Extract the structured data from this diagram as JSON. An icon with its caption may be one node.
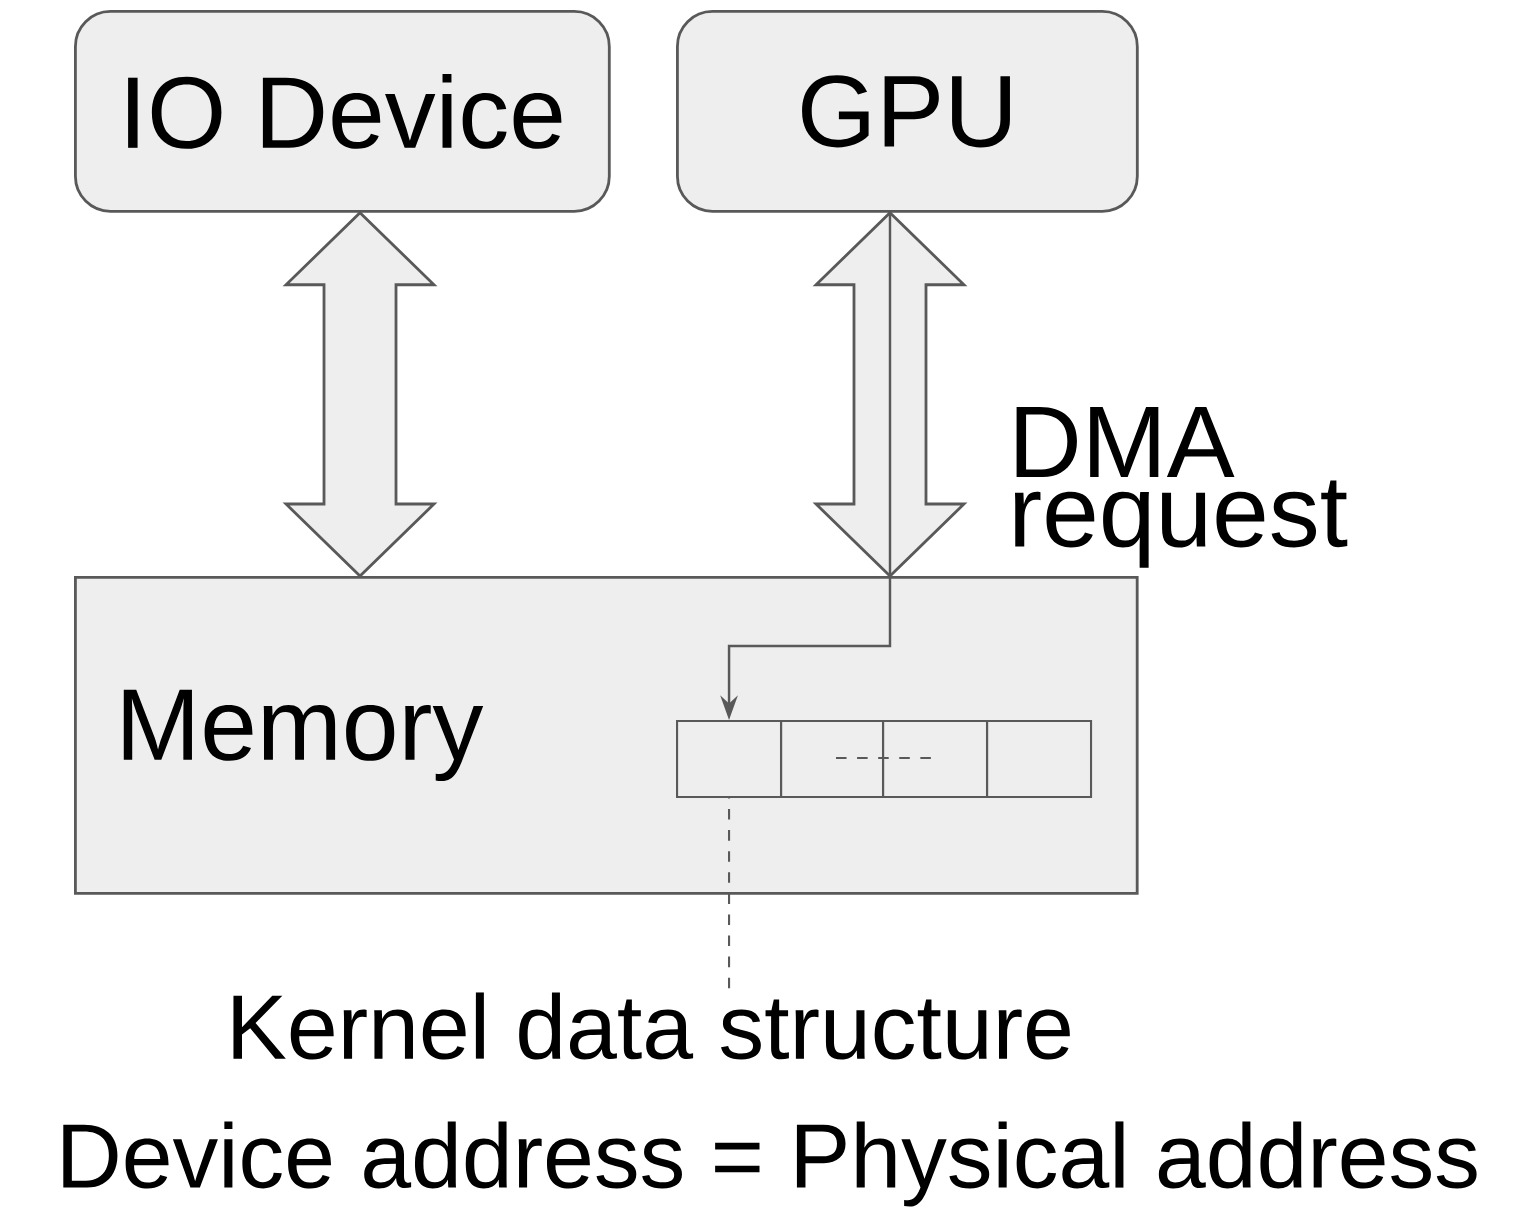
{
  "diagram": {
    "nodes": [
      {
        "text": [
          "IO Device"
        ]
      },
      {
        "text": [
          "GPU"
        ]
      },
      {
        "text": [
          "Memory"
        ]
      },
      {
        "text": [],
        "shape": "box",
        "in": 2
      },
      {
        "text": [],
        "shape": "box",
        "in": 2
      },
      {
        "text": [],
        "shape": "box",
        "in": 2
      },
      {
        "text": [],
        "shape": "box",
        "in": 2
      },
      {
        "text": [
          "Kernel data structure"
        ]
      }
    ],
    "edges": [
      {
        "from": 0,
        "to": 2,
        "arrow": "both",
        "style": "thick"
      },
      {
        "from": 1,
        "to": 2,
        "arrow": "both",
        "style": "thick",
        "label": "DMA request"
      },
      {
        "from": 1,
        "to": 3,
        "arrow": "to"
      },
      {
        "from": 7,
        "to": 3,
        "arrow": "none",
        "style": "dashed"
      }
    ],
    "labels": [
      "Device address = Physical address"
    ]
  }
}
